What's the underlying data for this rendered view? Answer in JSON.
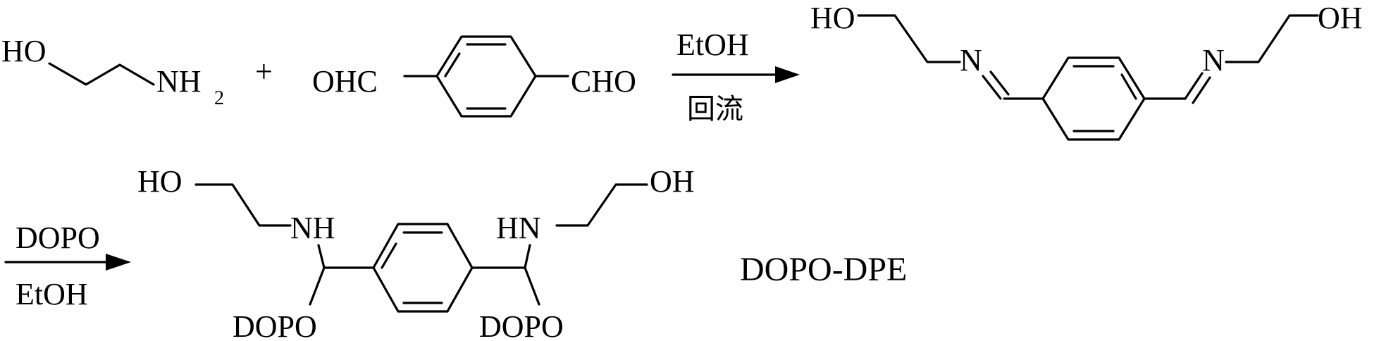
{
  "reaction1": {
    "reactant_a": {
      "main": "HO",
      "amine": "NH",
      "sub": "2"
    },
    "plus": "+",
    "reactant_b": {
      "left": "OHC",
      "right": "CHO"
    },
    "arrow_top": "EtOH",
    "arrow_bottom": "回流",
    "product": {
      "left_oh": "HO",
      "left_n": "N",
      "right_n": "N",
      "right_oh": "OH"
    }
  },
  "reaction2": {
    "arrow_top": "DOPO",
    "arrow_bottom": "EtOH",
    "product": {
      "left_oh": "HO",
      "left_nh": "NH",
      "right_hn": "HN",
      "right_oh": "OH",
      "left_dopo": "DOPO",
      "right_dopo": "DOPO"
    },
    "product_name": "DOPO-DPE"
  }
}
